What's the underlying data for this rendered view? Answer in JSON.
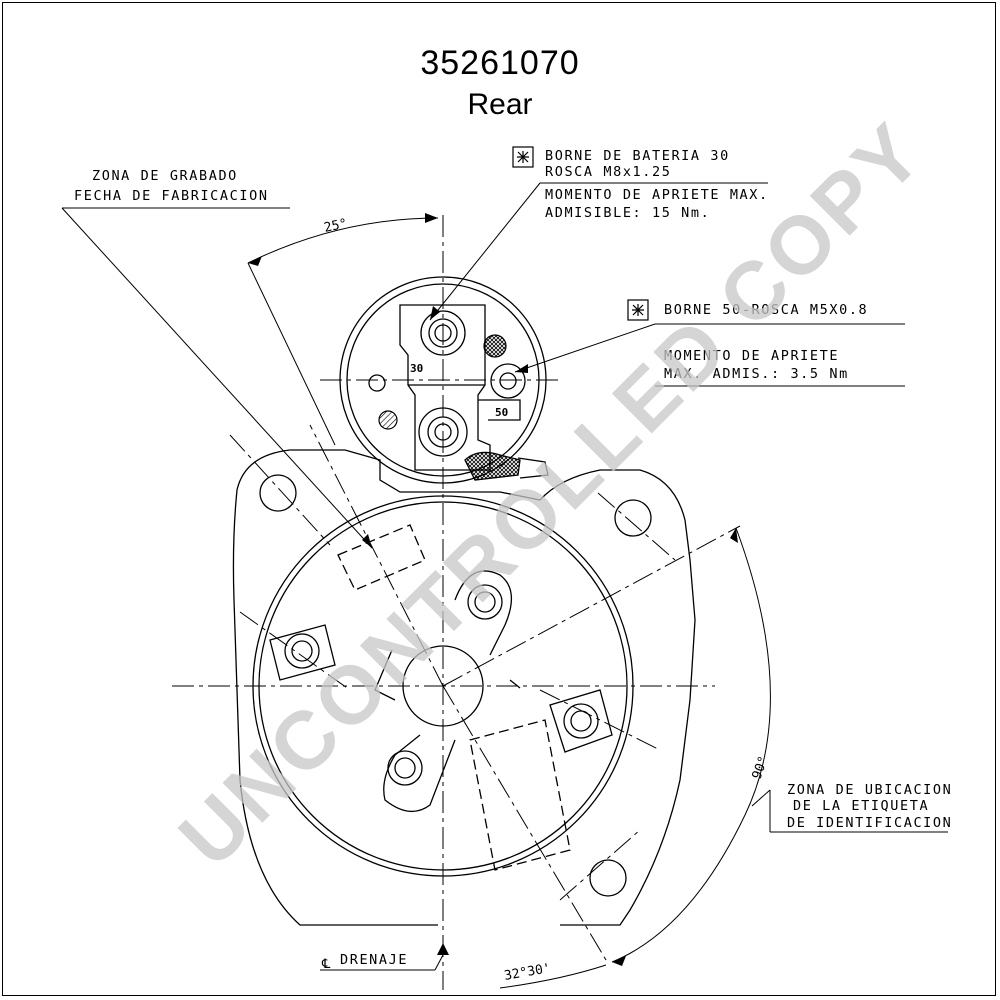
{
  "title": {
    "part_number": "35261070",
    "view": "Rear"
  },
  "notes": {
    "engraving_zone_line1": "ZONA DE GRABADO",
    "engraving_zone_line2": "FECHA DE FABRICACION",
    "terminal30_line1": "BORNE DE BATERIA 30",
    "terminal30_line2": "ROSCA M8x1.25",
    "terminal30_torque_line1": "MOMENTO DE APRIETE MAX.",
    "terminal30_torque_line2": "ADMISIBLE: 15 Nm.",
    "terminal50_line1": "BORNE 50-ROSCA M5X0.8",
    "terminal50_torque_line1": "MOMENTO DE APRIETE",
    "terminal50_torque_line2": "MAX. ADMIS.: 3.5 Nm",
    "label_zone_line1": "ZONA DE UBICACION",
    "label_zone_line2": "DE LA ETIQUETA",
    "label_zone_line3": "DE IDENTIFICACION",
    "drain_label": "DRENAJE"
  },
  "dimensions": {
    "angle_top": "25°",
    "angle_right": "90°",
    "angle_bottom": "32°30'"
  },
  "terminal_labels": {
    "t30": "30",
    "t50": "50"
  },
  "watermark": "UNCONTROLLED COPY"
}
